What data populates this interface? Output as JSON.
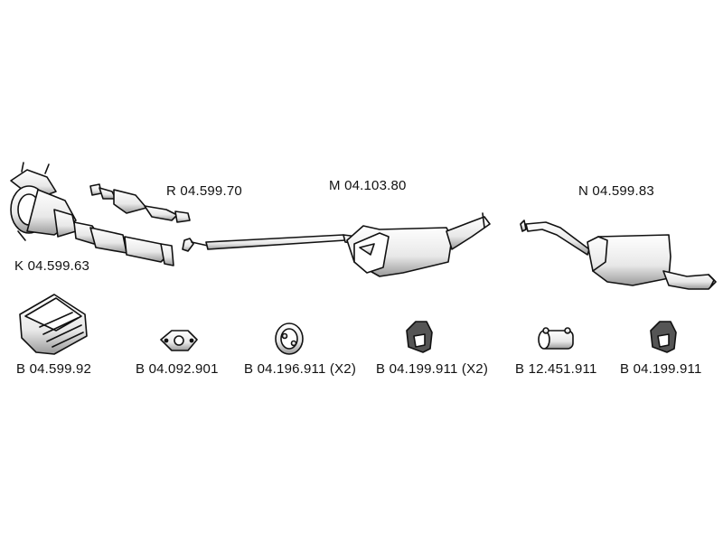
{
  "parts": [
    {
      "id": "K",
      "label": "K 04.599.63"
    },
    {
      "id": "R",
      "label": "R 04.599.70"
    },
    {
      "id": "M",
      "label": "M 04.103.80"
    },
    {
      "id": "N",
      "label": "N 04.599.83"
    }
  ],
  "fittings": [
    {
      "label": "B 04.599.92"
    },
    {
      "label": "B 04.092.901"
    },
    {
      "label": "B 04.196.911 (X2)"
    },
    {
      "label": "B 04.199.911 (X2)"
    },
    {
      "label": "B 12.451.911"
    },
    {
      "label": "B 04.199.911"
    }
  ]
}
